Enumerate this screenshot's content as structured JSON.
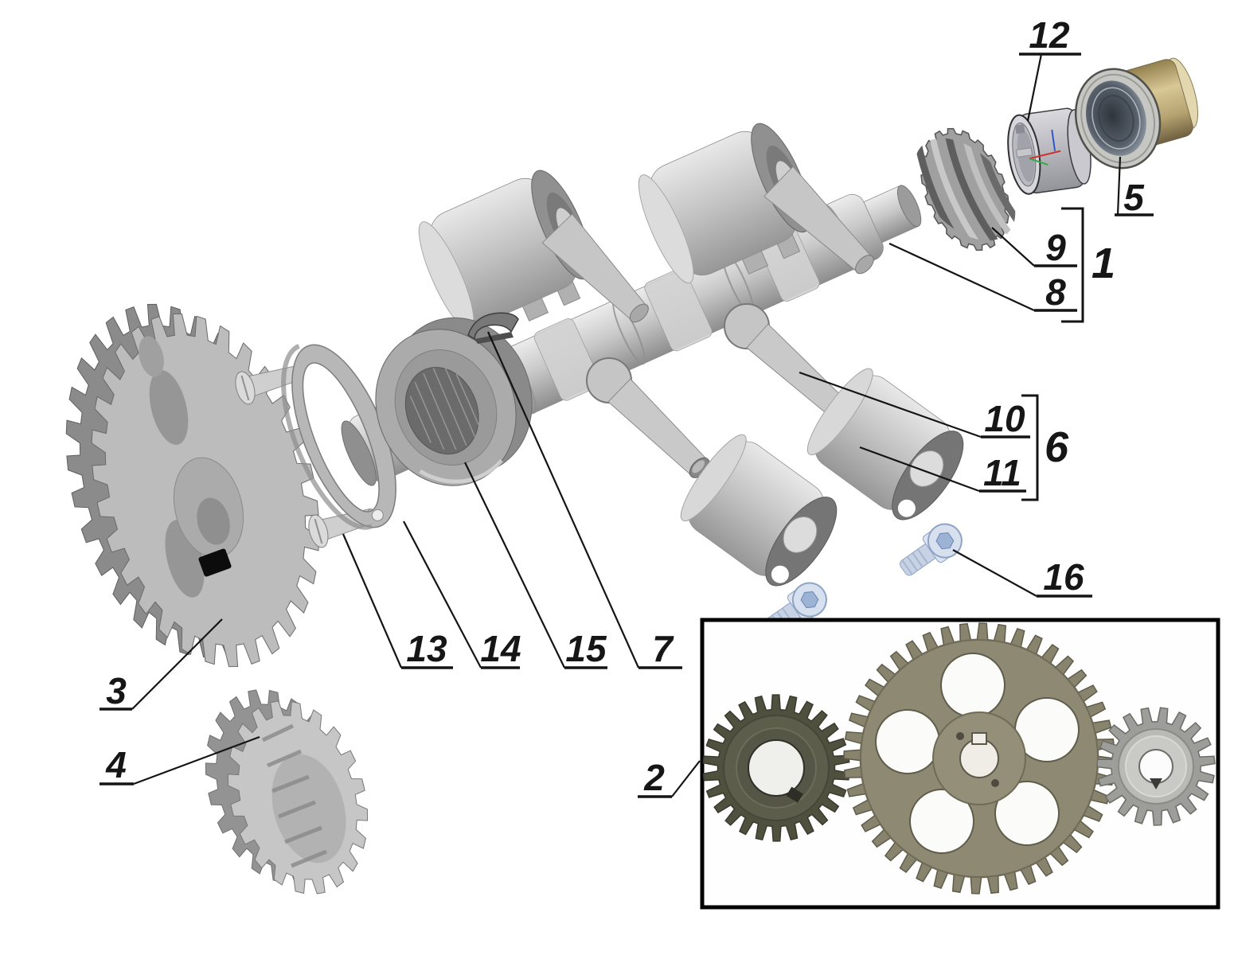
{
  "figure": {
    "kind": "exploded-parts-diagram",
    "background": "#ffffff"
  },
  "callouts": {
    "n1": "1",
    "n2": "2",
    "n3": "3",
    "n4": "4",
    "n5": "5",
    "n6": "6",
    "n7": "7",
    "n8": "8",
    "n9": "9",
    "n10": "10",
    "n11": "11",
    "n12": "12",
    "n13": "13",
    "n14": "14",
    "n15": "15",
    "n16": "16"
  },
  "colors": {
    "line": "#141414",
    "part_grey": "#c3c3c3",
    "part_grey_dark": "#8b8b8b",
    "screw_blue": "#d8e1ef",
    "bushing_brass": "#b6a371",
    "bushing_bore_steel": "#57606a",
    "inset_gear_dark_olive": "#50503f",
    "inset_gear_bronze": "#87836c",
    "inset_gear_silver": "#9d9d99",
    "key_black": "#0c0c0c"
  }
}
